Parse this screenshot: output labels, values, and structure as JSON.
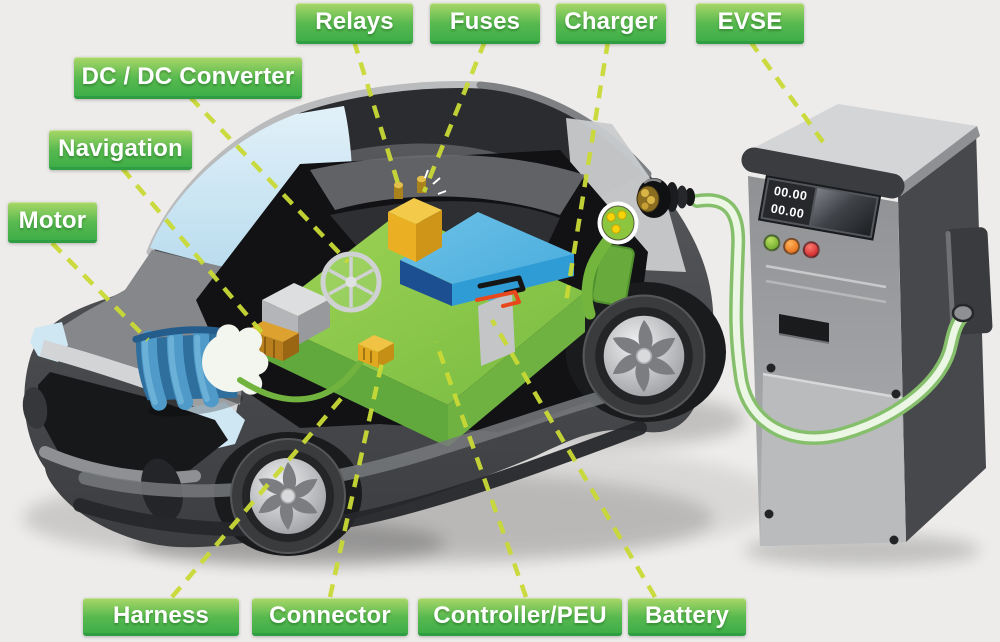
{
  "page_title": "Electric Vehicle Components Diagram",
  "colors": {
    "background": "#edecea",
    "label_gradient_top": "#aad768",
    "label_gradient_bottom": "#3fae48",
    "label_border_bottom": "#2f9e43",
    "label_text": "#ffffff",
    "leader_line": "#c9da36",
    "battery_pack_green": "#8dc63f",
    "controller_blue": "#3fa9dc",
    "junction_box_yellow": "#eab225",
    "motor_blue": "#4794c4",
    "cable_green": "#76b844",
    "car_body_gray": "#47484b",
    "station_gray": "#9fa1a4"
  },
  "labels": [
    {
      "id": "motor",
      "text": "Motor"
    },
    {
      "id": "navigation",
      "text": "Navigation"
    },
    {
      "id": "dcdc",
      "text": "DC / DC Converter"
    },
    {
      "id": "relays",
      "text": "Relays"
    },
    {
      "id": "fuses",
      "text": "Fuses"
    },
    {
      "id": "charger",
      "text": "Charger"
    },
    {
      "id": "evse",
      "text": "EVSE"
    },
    {
      "id": "harness",
      "text": "Harness"
    },
    {
      "id": "connector",
      "text": "Connector"
    },
    {
      "id": "controller",
      "text": "Controller/PEU"
    },
    {
      "id": "battery",
      "text": "Battery"
    }
  ],
  "station": {
    "name": "EVSE charging station",
    "display_line1": "00.00",
    "display_line2": "00.00",
    "buttons": [
      {
        "name": "green-status-button",
        "color": "#6fae24"
      },
      {
        "name": "orange-status-button",
        "color": "#e8711a"
      },
      {
        "name": "red-status-button",
        "color": "#d6161f"
      }
    ]
  },
  "car": {
    "name": "electric car cutaway illustration",
    "components": [
      "motor",
      "navigation-unit",
      "dc-dc-converter-fan",
      "relay-fuse-junction-box",
      "battery-pack",
      "controller-peu-slab",
      "battery-clamps",
      "harness-cable",
      "connector-block",
      "onboard-charger",
      "charge-port",
      "charging-plug",
      "charging-cable",
      "front-wheel",
      "rear-wheel"
    ]
  }
}
